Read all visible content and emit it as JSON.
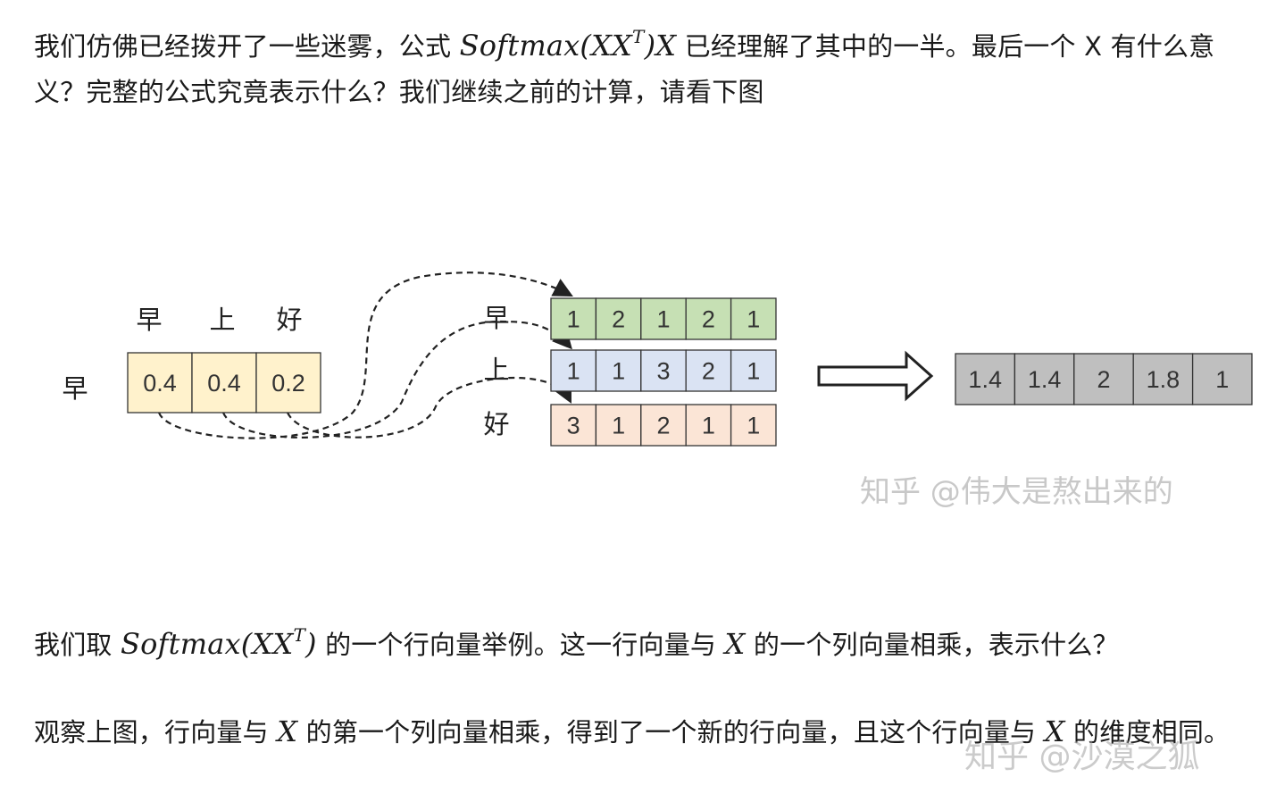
{
  "paragraphs": {
    "p1": {
      "before": "我们仿佛已经拨开了一些迷雾，公式 ",
      "math": "Softmax(XX",
      "math_sup": "T",
      "math_after": ")X",
      "after": " 已经理解了其中的一半。最后一个 X 有什么意义？完整的公式究竟表示什么？我们继续之前的计算，请看下图"
    },
    "p2": {
      "before": "我们取 ",
      "math": "Softmax(XX",
      "math_sup": "T",
      "math_after": ")",
      "middle": " 的一个行向量举例。这一行向量与 ",
      "math2": "X",
      "after": " 的一个列向量相乘，表示什么？"
    },
    "p3": {
      "before": "观察上图，行向量与 ",
      "math": "X",
      "middle": " 的第一个列向量相乘，得到了一个新的行向量，且这个行向量与 ",
      "math2": "X",
      "after": " 的维度相同。"
    }
  },
  "figure": {
    "col_headers": [
      "早",
      "上",
      "好"
    ],
    "row_label": "早",
    "weights": [
      "0.4",
      "0.4",
      "0.2"
    ],
    "matrix_rows": [
      {
        "label": "早",
        "values": [
          "1",
          "2",
          "1",
          "2",
          "1"
        ],
        "color": "#c6e0b4"
      },
      {
        "label": "上",
        "values": [
          "1",
          "1",
          "3",
          "2",
          "1"
        ],
        "color": "#dae3f3"
      },
      {
        "label": "好",
        "values": [
          "3",
          "1",
          "2",
          "1",
          "1"
        ],
        "color": "#fbe5d6"
      }
    ],
    "weight_color": "#fff2cc",
    "result_values": [
      "1.4",
      "1.4",
      "2",
      "1.8",
      "1"
    ],
    "result_color": "#bfbfbf",
    "watermark": "知乎 @伟大是熬出来的"
  },
  "watermark_bottom": "知乎 @沙漠之狐"
}
